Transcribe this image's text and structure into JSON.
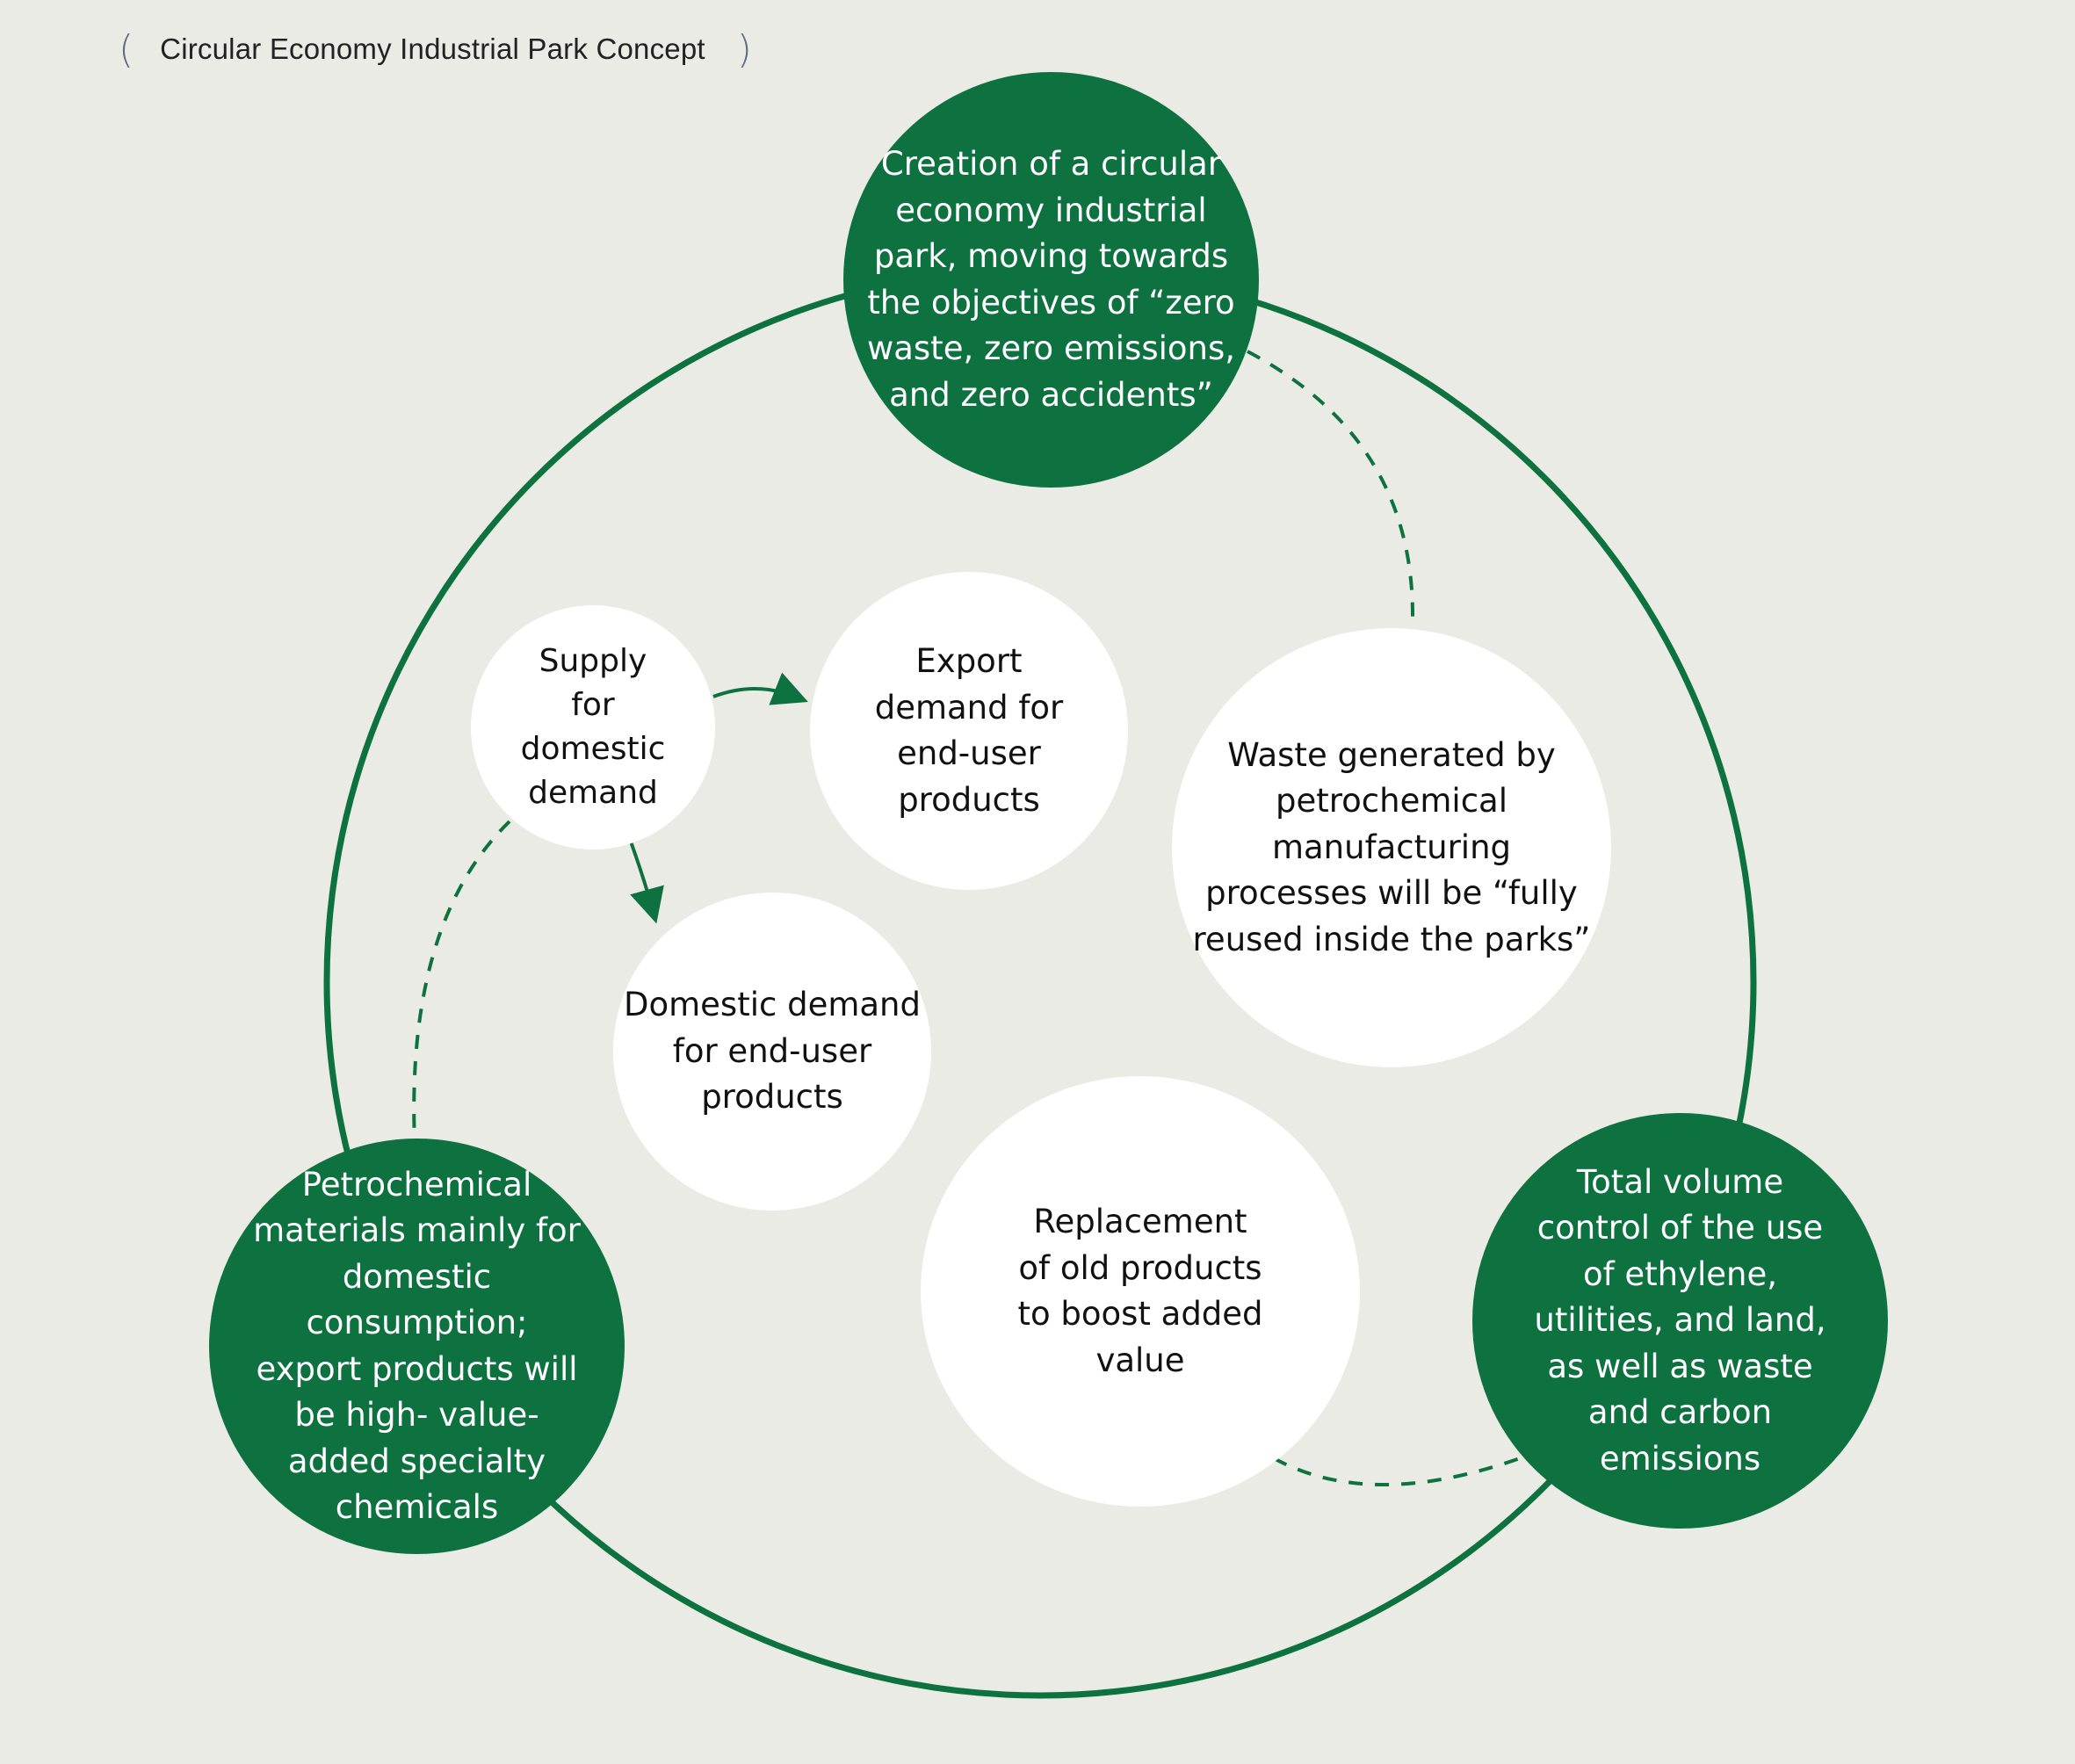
{
  "title": "Circular Economy Industrial Park Concept",
  "title_paren_open": "(",
  "title_paren_close": ")",
  "colors": {
    "background": "#e9ebe4",
    "green": "#0d7240",
    "white": "#ffffff",
    "text_dark": "#111111"
  },
  "nodes": {
    "top": "Creation of a circular\neconomy industrial\npark, moving towards\nthe objectives of “zero\nwaste, zero emissions,\nand zero accidents”",
    "bottom_left": "Petrochemical\nmaterials mainly for\ndomestic\nconsumption;\nexport products will\nbe high- value-\nadded specialty\nchemicals",
    "bottom_right": "Total volume\ncontrol of the use\nof ethylene,\nutilities, and land,\nas well as waste\nand carbon\nemissions",
    "supply": "Supply\nfor\ndomestic\ndemand",
    "export": "Export\ndemand for\nend-user\nproducts",
    "domestic": "Domestic demand\nfor end-user\nproducts",
    "waste": "Waste generated by\npetrochemical\nmanufacturing\nprocesses will be “fully\nreused inside the parks”",
    "replacement": "Replacement\nof old products\nto boost added\nvalue"
  }
}
